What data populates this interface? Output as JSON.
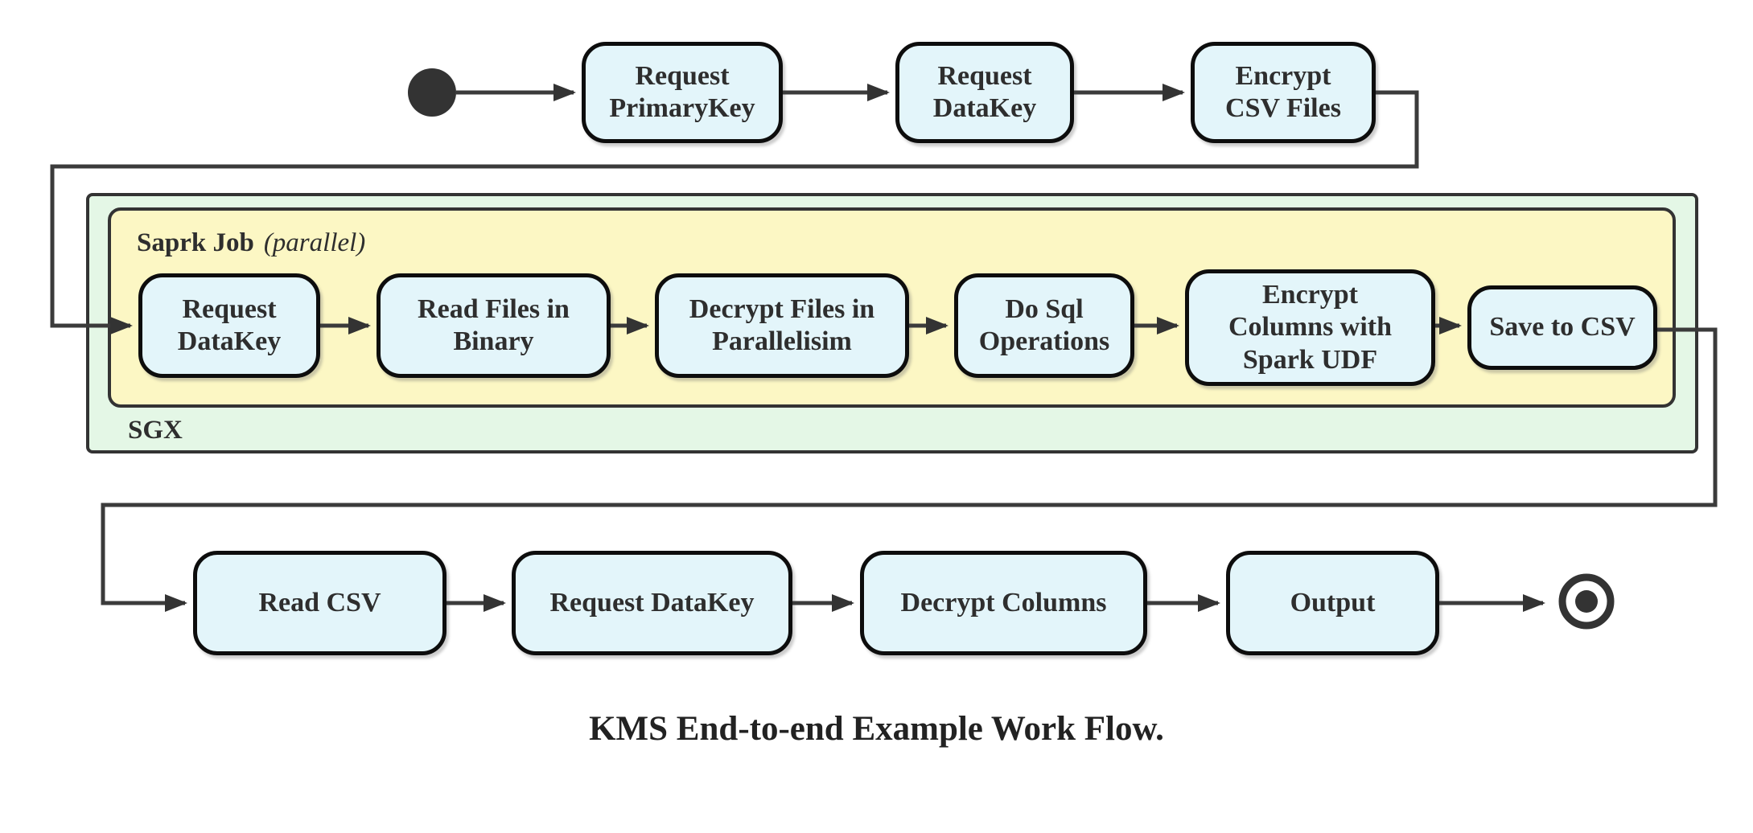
{
  "diagram": {
    "title": "KMS End-to-end Example Work Flow.",
    "row1": [
      {
        "label": "Request PrimaryKey"
      },
      {
        "label": "Request DataKey"
      },
      {
        "label": "Encrypt CSV Files"
      }
    ],
    "sgx_container": {
      "label": "SGX"
    },
    "spark_container": {
      "label_bold": "Saprk Job",
      "label_italic": "(parallel)"
    },
    "row2": [
      {
        "label": "Request DataKey"
      },
      {
        "label": "Read Files in Binary"
      },
      {
        "label": "Decrypt Files in Parallelisim"
      },
      {
        "label": "Do Sql Operations"
      },
      {
        "label": "Encrypt Columns with Spark UDF"
      },
      {
        "label": "Save to CSV"
      }
    ],
    "row3": [
      {
        "label": "Read CSV"
      },
      {
        "label": "Request DataKey"
      },
      {
        "label": "Decrypt Columns"
      },
      {
        "label": "Output"
      }
    ],
    "colors": {
      "node_fill": "#e3f5fa",
      "node_border": "#0d0d0d",
      "spark_fill": "#fcf7c4",
      "sgx_fill": "#e4f7e6",
      "line": "#3b3b3b",
      "text": "#2e2e2e"
    }
  }
}
